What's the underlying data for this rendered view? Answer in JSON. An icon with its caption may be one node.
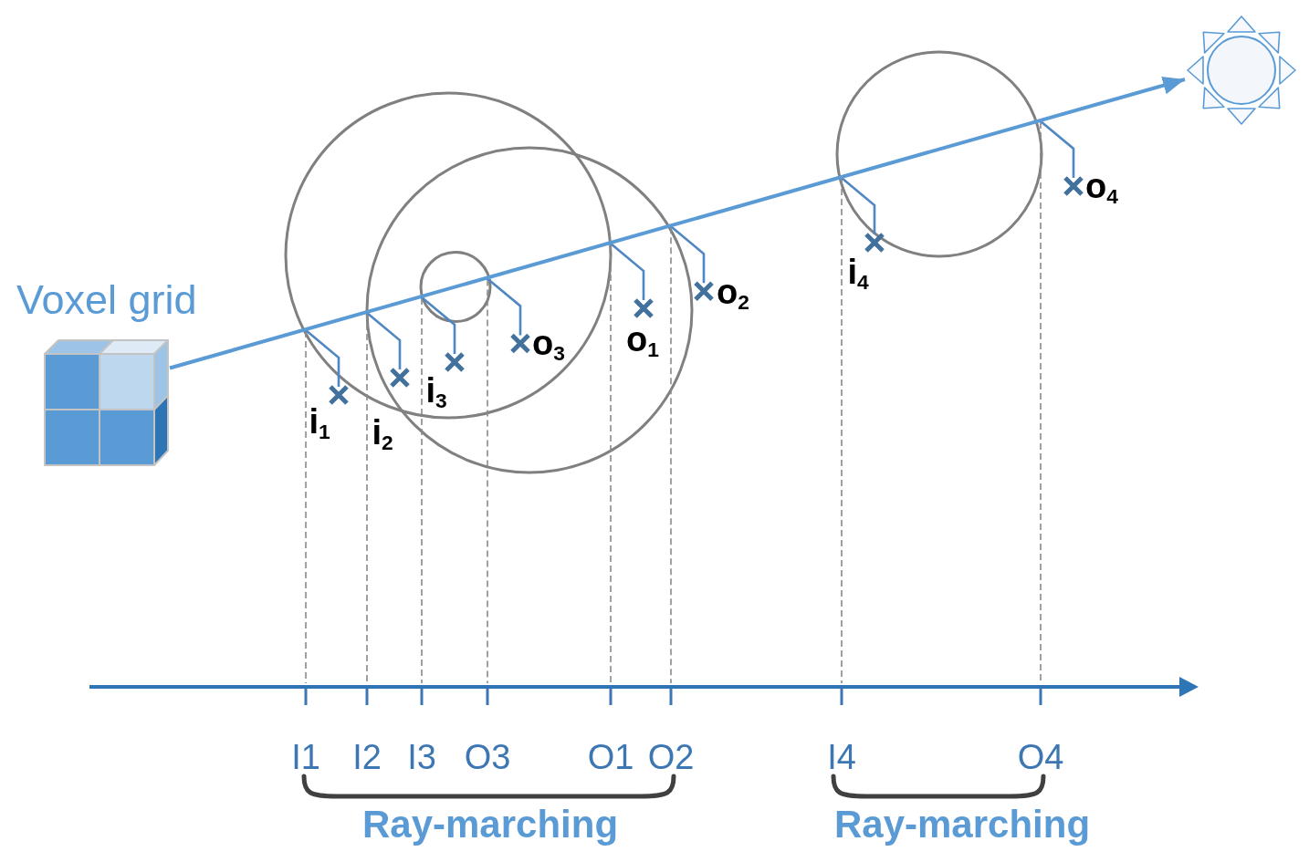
{
  "diagram": {
    "nodes": [
      {
        "text": [],
        "shape": "picture",
        "beside": [
          "Voxel grid"
        ]
      },
      {
        "text": [],
        "shape": "picture"
      }
    ],
    "edges": [
      {
        "from": 0,
        "to": 1,
        "arrow": "to"
      }
    ],
    "labels": [
      "i$_{1}$",
      "i$_{2}$",
      "i$_{3}$",
      "o$_{3}$",
      "o$_{1}$",
      "o$_{2}$",
      "i$_{4}$",
      "o$_{4}$",
      "I1",
      "I2",
      "I3",
      "O3",
      "O1",
      "O2",
      "I4",
      "O4",
      "Ray-marching",
      "Ray-marching"
    ]
  }
}
